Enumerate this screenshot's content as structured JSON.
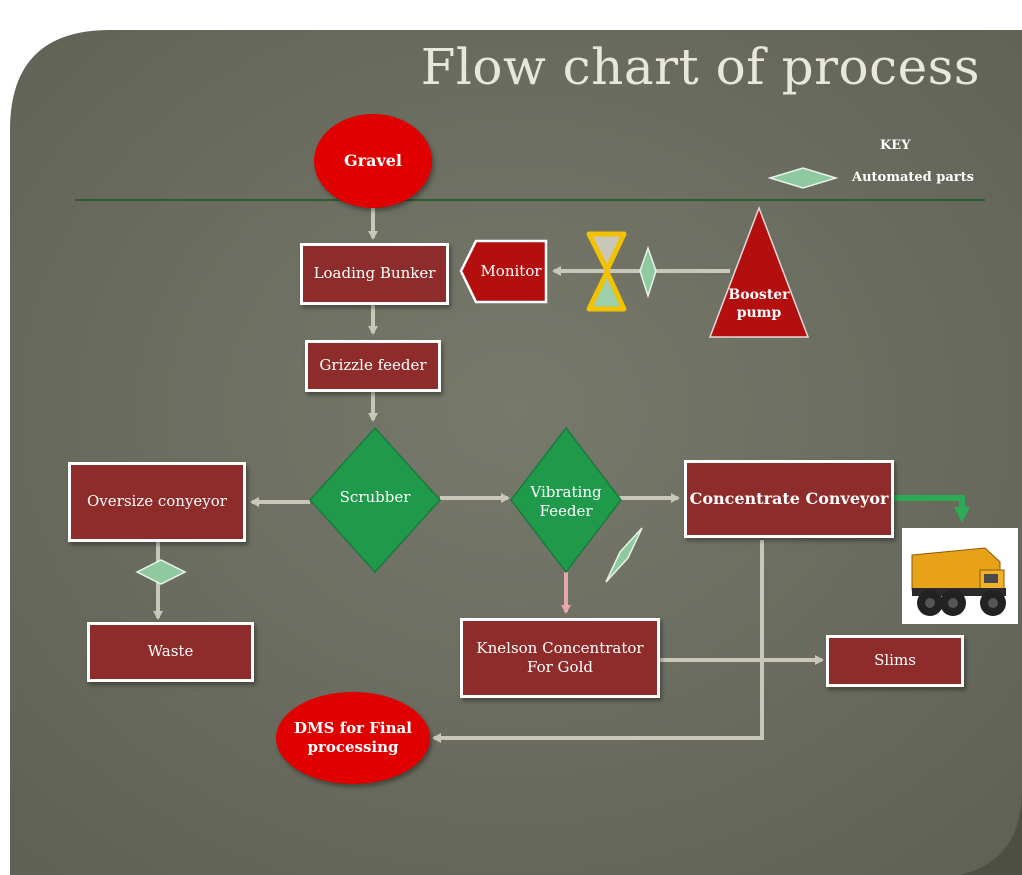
{
  "title": "Flow chart of process",
  "key": {
    "heading": "KEY",
    "automated_label": "Automated parts"
  },
  "nodes": {
    "gravel": "Gravel",
    "loading_bunker": "Loading Bunker",
    "monitor": "Monitor",
    "booster_pump": "Booster pump",
    "grizzle_feeder": "Grizzle feeder",
    "scrubber": "Scrubber",
    "vibrating_feeder": "Vibrating Feeder",
    "concentrate_conveyor": "Concentrate Conveyor",
    "oversize_conveyor": "Oversize conyeyor",
    "waste": "Waste",
    "knelson": "Knelson Concentrator For Gold",
    "slims": "Slims",
    "dms": "DMS for Final processing"
  },
  "colors": {
    "background": "#6b6d5f",
    "box_fill": "#8e2b2b",
    "oval_fill": "#e00000",
    "diamond_fill": "#1f9a4a",
    "arrow": "#c9c8b8",
    "automated_diamond": "#8fc9a0",
    "valve": "#f2c200"
  }
}
